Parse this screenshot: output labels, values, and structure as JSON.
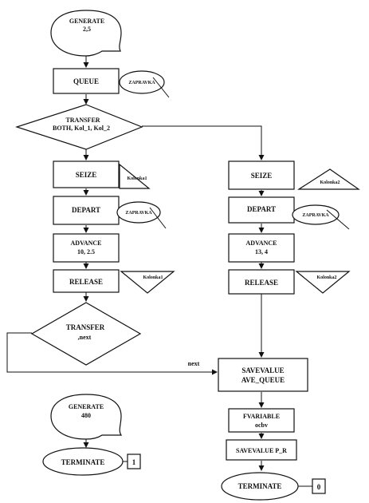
{
  "generate_top": {
    "line1": "GENERATE",
    "line2": "2,5"
  },
  "queue": {
    "label": "QUEUE",
    "tag": "ZAPRAVKA"
  },
  "transfer_both": {
    "line1": "TRANSFER",
    "line2": "BOTH, Kol_1, Kol_2"
  },
  "left_branch": {
    "seize": "SEIZE",
    "seize_tag": "Kolonka1",
    "depart": "DEPART",
    "depart_tag": "ZAPRAVKA",
    "advance": {
      "line1": "ADVANCE",
      "line2": "10, 2.5"
    },
    "release": "RELEASE",
    "release_tag": "Kolonka1",
    "transfer": {
      "line1": "TRANSFER",
      "line2": ",next"
    }
  },
  "right_branch": {
    "seize": "SEIZE",
    "seize_tag": "Kolonka2",
    "depart": "DEPART",
    "depart_tag": "ZAPRAVKA",
    "advance": {
      "line1": "ADVANCE",
      "line2": "13, 4"
    },
    "release": "RELEASE",
    "release_tag": "Kolonka2"
  },
  "next_label": "next",
  "savevalue_ave": {
    "line1": "SAVEVALUE",
    "line2": "AVE_QUEUE"
  },
  "fvariable": {
    "line1": "FVARIABLE",
    "line2": "ocbv"
  },
  "savevalue_pr": "SAVEVALUE P_R",
  "terminate_main": {
    "label": "TERMINATE",
    "count": "0"
  },
  "timer": {
    "generate": {
      "line1": "GENERATE",
      "line2": "480"
    },
    "terminate": {
      "label": "TERMINATE",
      "count": "1"
    }
  }
}
